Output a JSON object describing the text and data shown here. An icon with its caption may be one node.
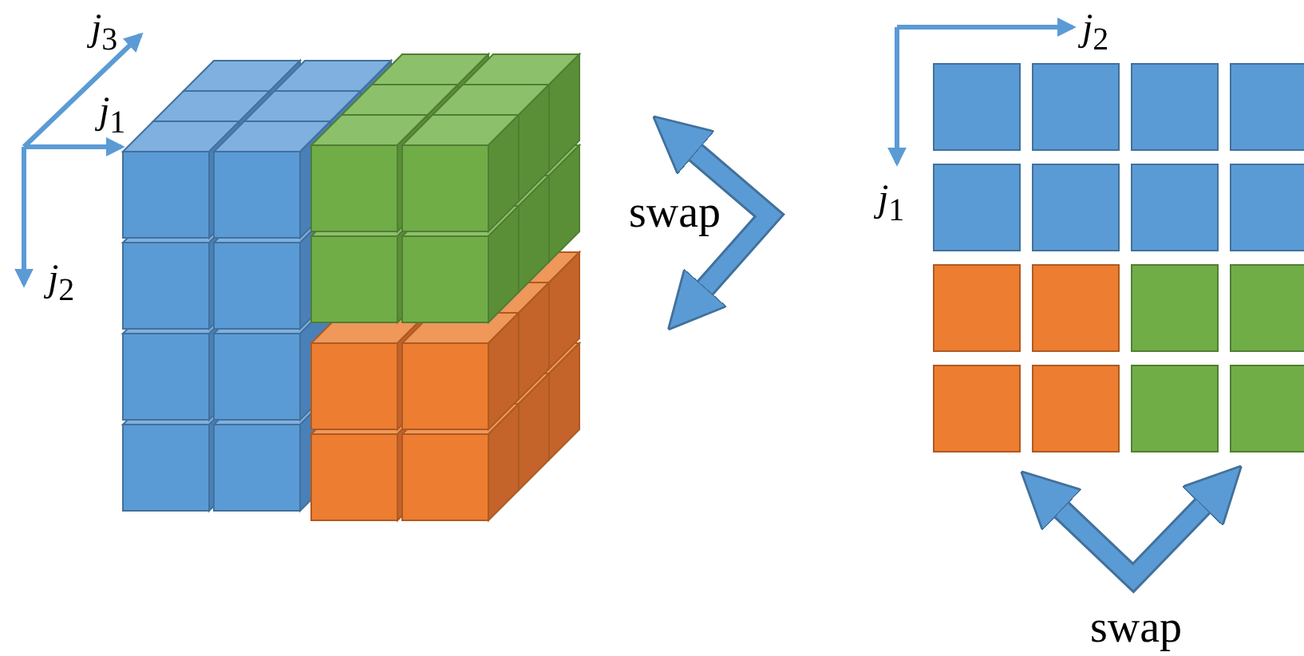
{
  "diagram": {
    "labels": [
      "*j*$_{3}$",
      "*j*$_{1}$",
      "*j*$_{2}$",
      "swap",
      "*j*$_{2}$",
      "*j*$_{1}$",
      "swap"
    ]
  }
}
